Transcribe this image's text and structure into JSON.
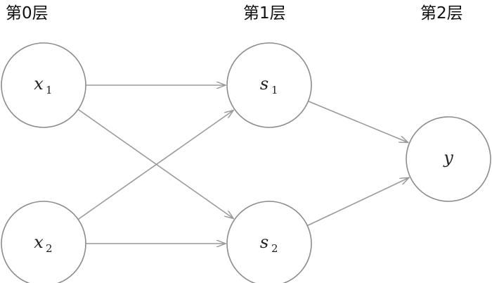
{
  "colors": {
    "node_stroke": "#8c8c8c",
    "edge": "#9a9a9a",
    "text": "#111111"
  },
  "layers": [
    {
      "id": "layer0",
      "label": "第0层"
    },
    {
      "id": "layer1",
      "label": "第1层"
    },
    {
      "id": "layer2",
      "label": "第2层"
    }
  ],
  "nodes": [
    {
      "id": "x1",
      "var": "x",
      "sub": "1",
      "layer": 0
    },
    {
      "id": "x2",
      "var": "x",
      "sub": "2",
      "layer": 0
    },
    {
      "id": "s1",
      "var": "s",
      "sub": "1",
      "layer": 1
    },
    {
      "id": "s2",
      "var": "s",
      "sub": "2",
      "layer": 1
    },
    {
      "id": "y",
      "var": "y",
      "sub": "",
      "layer": 2
    }
  ],
  "edges": [
    {
      "from": "x1",
      "to": "s1"
    },
    {
      "from": "x1",
      "to": "s2"
    },
    {
      "from": "x2",
      "to": "s1"
    },
    {
      "from": "x2",
      "to": "s2"
    },
    {
      "from": "s1",
      "to": "y"
    },
    {
      "from": "s2",
      "to": "y"
    }
  ]
}
